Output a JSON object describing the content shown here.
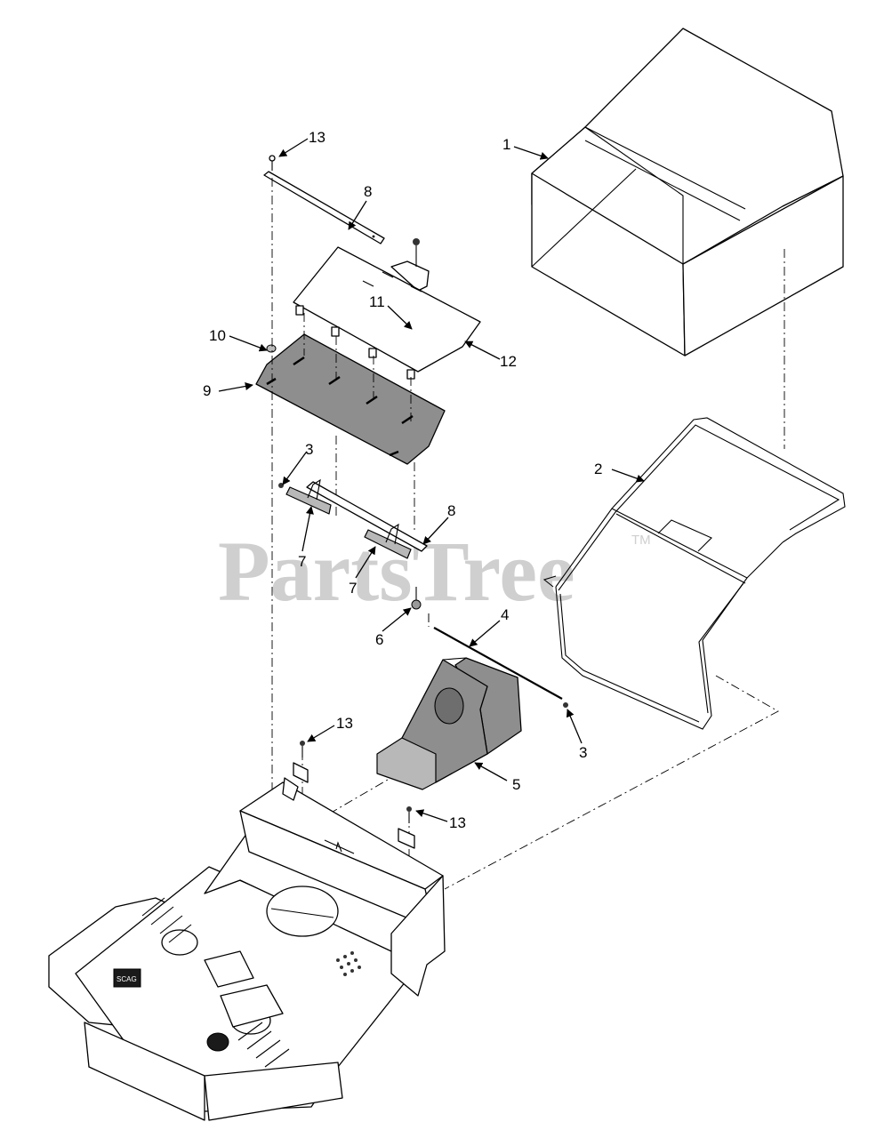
{
  "watermark": {
    "text": "PartsTree",
    "trademark": "TM"
  },
  "callouts": [
    {
      "id": "c1",
      "label": "1"
    },
    {
      "id": "c2",
      "label": "2"
    },
    {
      "id": "c3a",
      "label": "3"
    },
    {
      "id": "c3b",
      "label": "3"
    },
    {
      "id": "c4",
      "label": "4"
    },
    {
      "id": "c5",
      "label": "5"
    },
    {
      "id": "c6",
      "label": "6"
    },
    {
      "id": "c7a",
      "label": "7"
    },
    {
      "id": "c7b",
      "label": "7"
    },
    {
      "id": "c8a",
      "label": "8"
    },
    {
      "id": "c8b",
      "label": "8"
    },
    {
      "id": "c9",
      "label": "9"
    },
    {
      "id": "c10",
      "label": "10"
    },
    {
      "id": "c11",
      "label": "11"
    },
    {
      "id": "c12",
      "label": "12"
    },
    {
      "id": "c13a",
      "label": "13"
    },
    {
      "id": "c13b",
      "label": "13"
    },
    {
      "id": "c13c",
      "label": "13"
    }
  ],
  "decal": {
    "text": "SCAG"
  }
}
